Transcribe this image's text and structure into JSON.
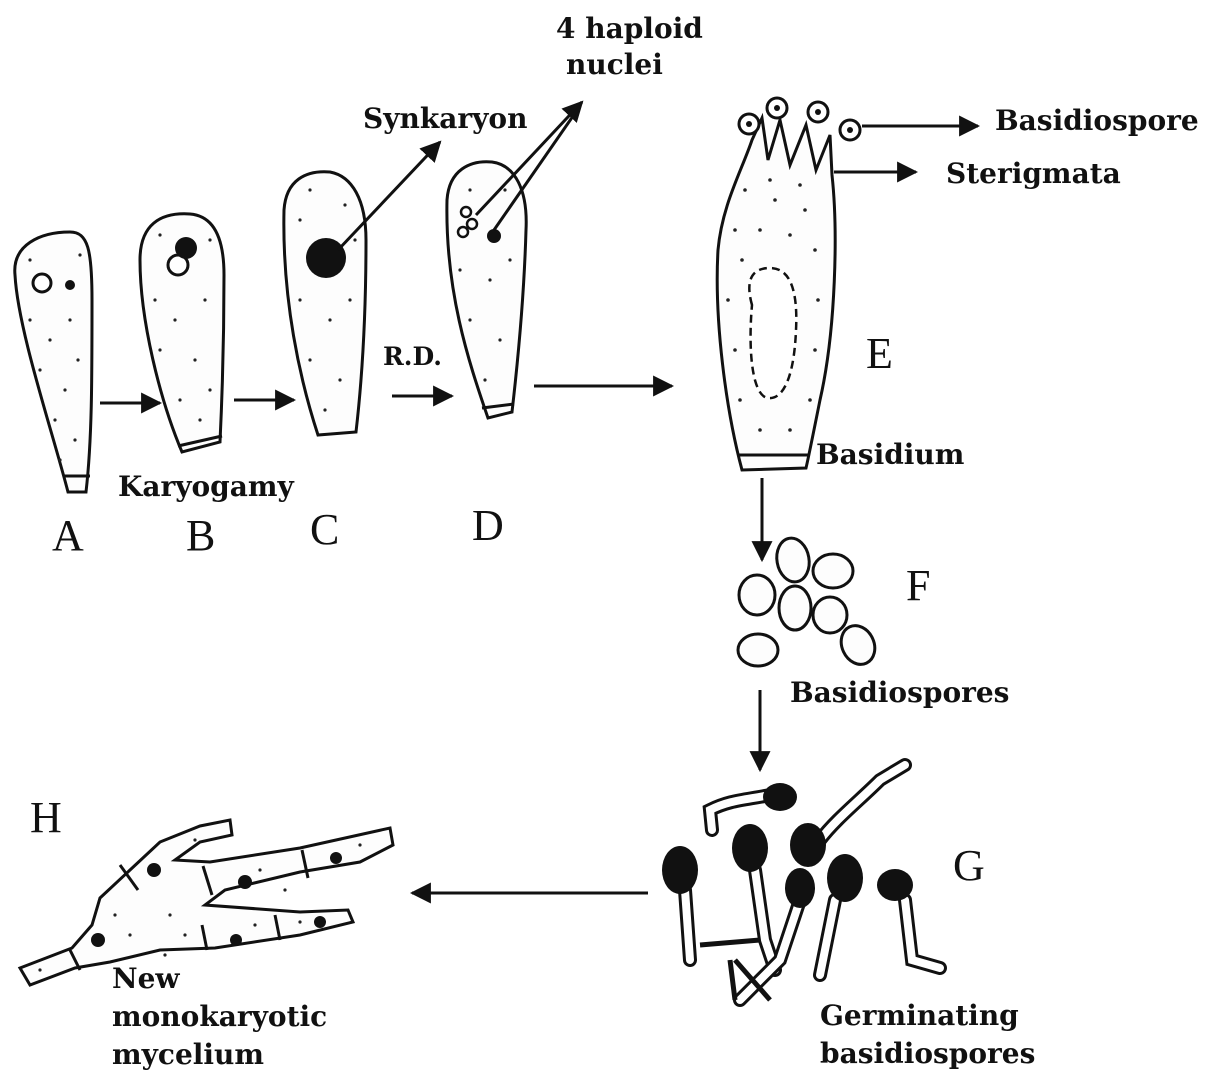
{
  "stages": {
    "a": "A",
    "b": "B",
    "c": "C",
    "d": "D",
    "e": "E",
    "f": "F",
    "g": "G",
    "h": "H"
  },
  "labels": {
    "karyogamy": "Karyogamy",
    "synkaryon": "Synkaryon",
    "rd": "R.D.",
    "haploid_line1": "4 haploid",
    "haploid_line2": "nuclei",
    "basidiospore": "Basidiospore",
    "sterigmata": "Sterigmata",
    "basidium": "Basidium",
    "basidiospores": "Basidiospores",
    "germinating_line1": "Germinating",
    "germinating_line2": "basidiospores",
    "mycelium_line1": "New",
    "mycelium_line2": "monokaryotic",
    "mycelium_line3": "mycelium"
  }
}
